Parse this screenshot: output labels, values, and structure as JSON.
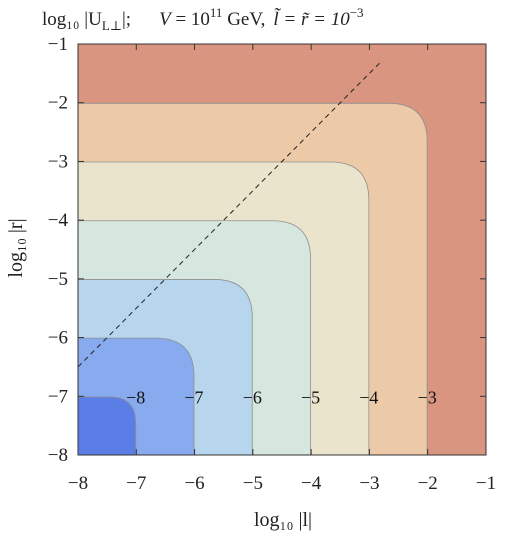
{
  "chart_data": {
    "type": "contour",
    "title": {
      "quantity": "log₁₀ |U",
      "quantity_sub": "L⊥",
      "quantity_end": "|;",
      "V_label": "V",
      "V_eq": " = 10",
      "V_exp": "11",
      "V_unit": " GeV,",
      "lr_label": "l̃ = r̃ = 10",
      "lr_exp": "−3"
    },
    "xlabel": "log₁₀ |l|",
    "ylabel": "log₁₀ |r|",
    "xlim": [
      -8,
      -1
    ],
    "ylim": [
      -8,
      -1
    ],
    "xticks": [
      "−8",
      "−7",
      "−6",
      "−5",
      "−4",
      "−3",
      "−2",
      "−1"
    ],
    "yticks": [
      "−1",
      "−2",
      "−3",
      "−4",
      "−5",
      "−6",
      "−7",
      "−8"
    ],
    "contour_levels": [
      -8,
      -7,
      -6,
      -5,
      -4,
      -3
    ],
    "contour_labels": [
      "−8",
      "−7",
      "−6",
      "−5",
      "−4",
      "−3"
    ],
    "label_y": -7,
    "band_colors": [
      "#5b7ee6",
      "#88aaee",
      "#b7d6ee",
      "#d6e7e0",
      "#ebe4cc",
      "#eccaa8",
      "#da9580"
    ],
    "diagonal": {
      "from": [
        -8,
        -6.5
      ],
      "to": [
        -2.8,
        -1.3
      ],
      "style": "dashed"
    },
    "grid": false
  }
}
